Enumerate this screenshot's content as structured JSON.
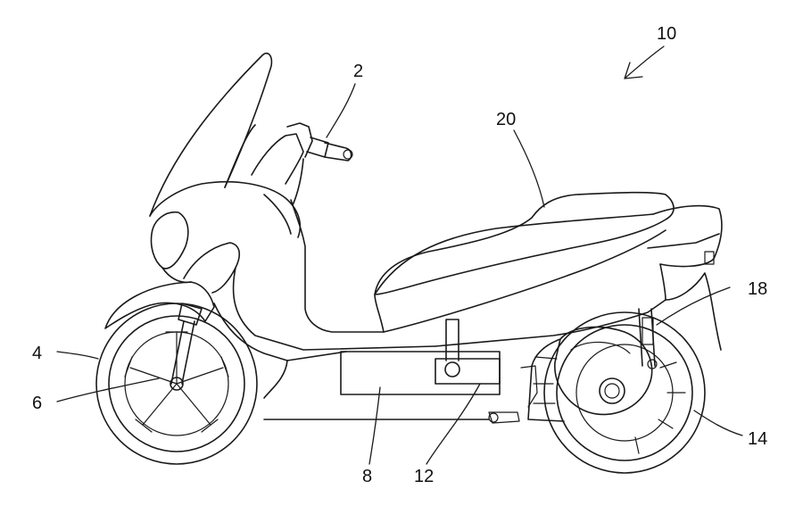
{
  "labels": {
    "ref_10": "10",
    "ref_2": "2",
    "ref_20": "20",
    "ref_18": "18",
    "ref_4": "4",
    "ref_6": "6",
    "ref_14": "14",
    "ref_8": "8",
    "ref_12": "12"
  },
  "colors": {
    "line": "#1a1a1a",
    "background": "#ffffff"
  }
}
